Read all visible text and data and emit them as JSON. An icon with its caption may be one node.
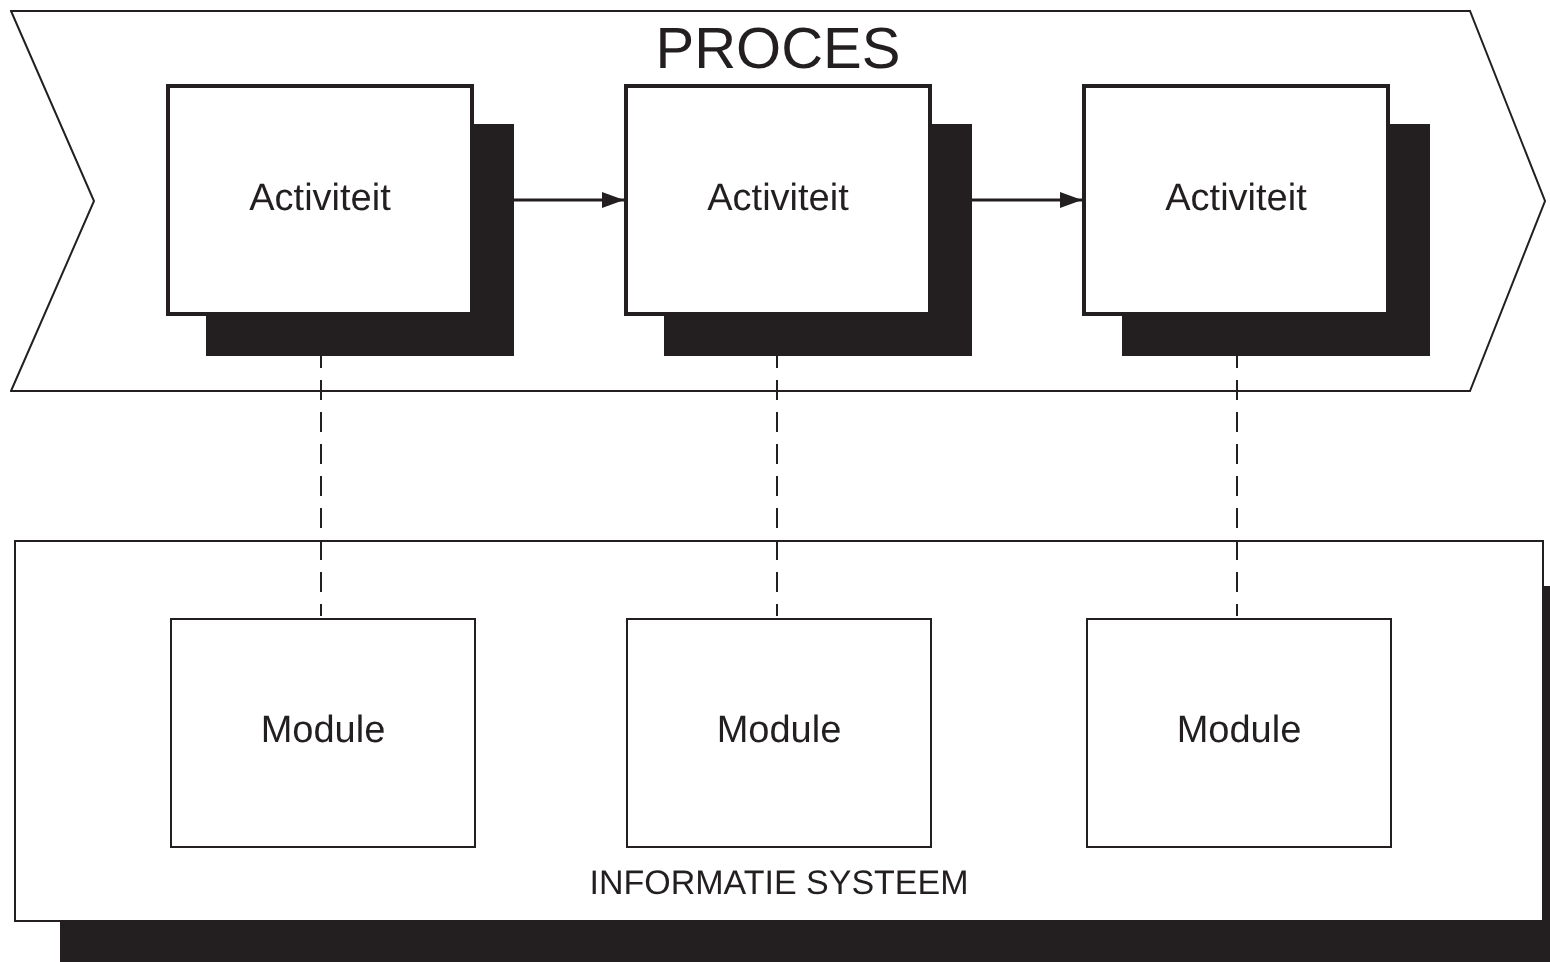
{
  "diagram": {
    "nodes": [
      {
        "text": [
          "PROCES"
        ]
      },
      {
        "text": [
          "Activiteit"
        ],
        "in": 0
      },
      {
        "text": [
          "Activiteit"
        ],
        "in": 0
      },
      {
        "text": [
          "Activiteit"
        ],
        "in": 0
      },
      {
        "text": [
          "INFORMATIE SYSTEEM"
        ]
      },
      {
        "text": [
          "Module"
        ],
        "in": 4
      },
      {
        "text": [
          "Module"
        ],
        "in": 4
      },
      {
        "text": [
          "Module"
        ],
        "in": 4
      }
    ],
    "edges": [
      {
        "from": 1,
        "to": 2,
        "arrow": "to"
      },
      {
        "from": 2,
        "to": 3,
        "arrow": "to"
      },
      {
        "from": 1,
        "to": 5,
        "arrow": "none",
        "style": "dashed"
      },
      {
        "from": 2,
        "to": 6,
        "arrow": "none",
        "style": "dashed"
      },
      {
        "from": 3,
        "to": 7,
        "arrow": "none",
        "style": "dashed"
      }
    ]
  }
}
